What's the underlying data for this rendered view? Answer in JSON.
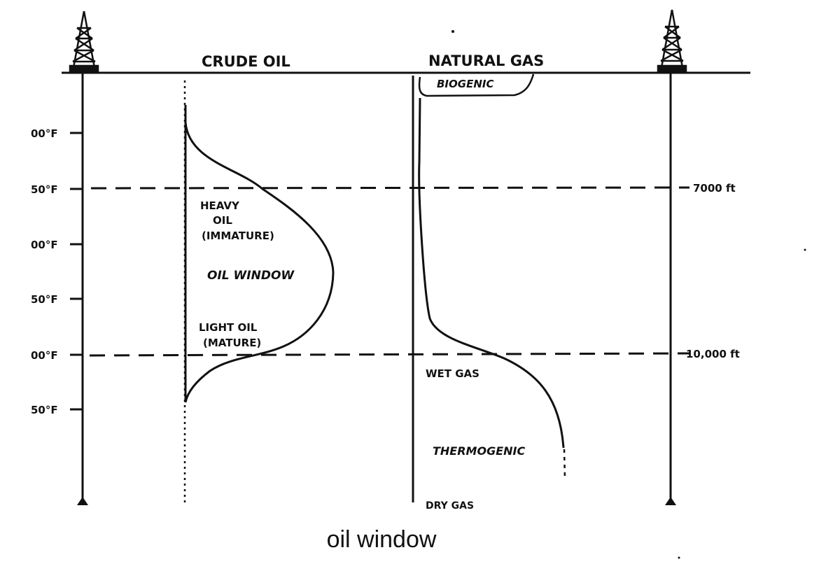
{
  "columns": {
    "crude_oil": "CRUDE OIL",
    "natural_gas": "NATURAL GAS"
  },
  "temperature_ticks": [
    "00°F",
    "50°F",
    "00°F",
    "50°F",
    "00°F",
    "50°F"
  ],
  "depth_markers": [
    "7000 ft",
    "10,000 ft"
  ],
  "oil_labels": {
    "heavy_1": "HEAVY",
    "heavy_2": "OIL",
    "heavy_3": "(IMMATURE)",
    "window": "OIL WINDOW",
    "light_1": "LIGHT OIL",
    "light_2": "(MATURE)"
  },
  "gas_labels": {
    "biogenic": "BIOGENIC",
    "wet_gas": "WET GAS",
    "thermogenic": "THERMOGENIC",
    "dry_gas": "DRY GAS"
  },
  "caption": "oil window"
}
